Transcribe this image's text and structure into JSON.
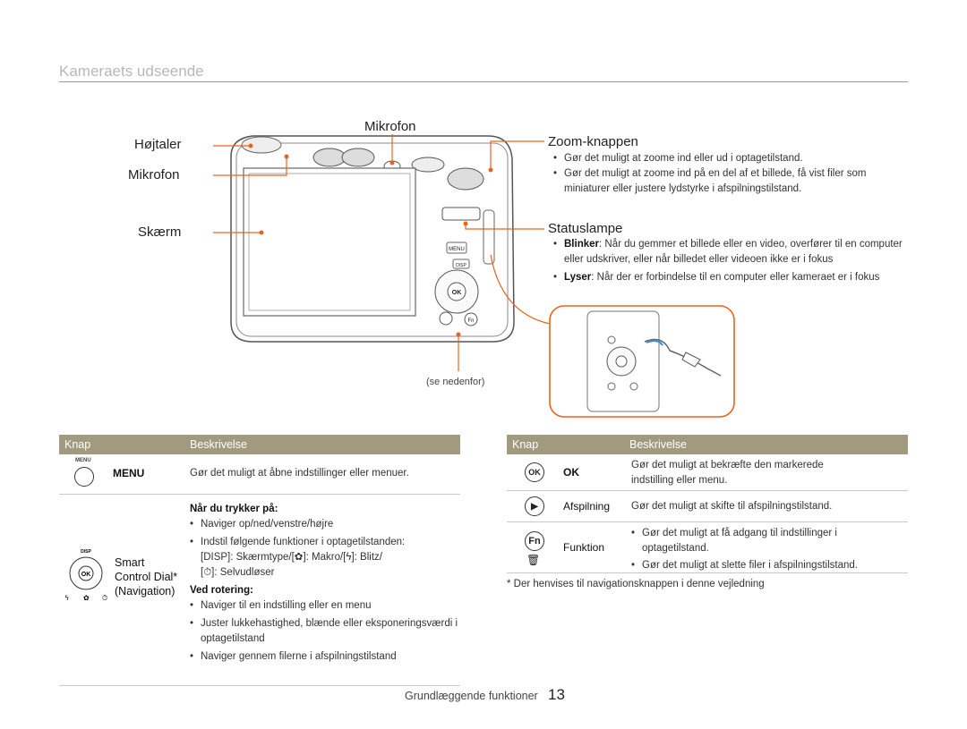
{
  "page": {
    "title": "Kameraets udseende",
    "footer_text": "Grundlæggende funktioner",
    "page_number": "13"
  },
  "figure": {
    "labels": {
      "speaker": "Højtaler",
      "mic_left": "Mikrofon",
      "mic_top": "Mikrofon",
      "screen": "Skærm",
      "zoom": "Zoom-knappen",
      "status": "Statuslampe",
      "se_nedenfor": "(se nedenfor)"
    },
    "zoom_bullets": [
      "Gør det muligt at zoome ind eller ud i optagetilstand.",
      "Gør det muligt at zoome ind på en del af et billede, få vist filer som miniaturer eller justere lydstyrke i afspilningstilstand."
    ],
    "status_items": [
      {
        "term": "Blinker",
        "text": ": Når du gemmer et billede eller en video, overfører til en computer eller udskriver, eller når billedet eller videoen ikke er i fokus"
      },
      {
        "term": "Lyser",
        "text": ": Når der er forbindelse til en computer eller kameraet er i fokus"
      }
    ],
    "camera_keys": {
      "menu": "MENU",
      "disp": "DISP",
      "ok": "OK",
      "fn": "Fn"
    }
  },
  "left_table": {
    "header_key": "Knap",
    "header_desc": "Beskrivelse",
    "row_menu": {
      "icon_text": "MENU",
      "label": "MENU",
      "desc": "Gør det muligt at åbne indstillinger eller menuer."
    },
    "row_dial": {
      "icon_text": "DISP",
      "label_lines": [
        "Smart",
        "Control Dial*",
        "(Navigation)"
      ],
      "press_heading": "Når du trykker på:",
      "press_bullets": [
        "Naviger op/ned/venstre/højre",
        "Indstil følgende funktioner i optagetilstanden:"
      ],
      "functions_line1": "[DISP]: Skærmtype/[✿]: Makro/[ϟ]: Blitz/",
      "functions_line2": "[⏱]: Selvudløser",
      "rotate_heading": "Ved rotering:",
      "rotate_bullets": [
        "Naviger til en indstilling eller en menu",
        "Juster lukkehastighed, blænde eller eksponeringsværdi i optagetilstand",
        "Naviger gennem filerne i afspilningstilstand"
      ]
    }
  },
  "right_table": {
    "header_key": "Knap",
    "header_desc": "Beskrivelse",
    "row_ok": {
      "icon_text": "OK",
      "label": "OK",
      "desc": "Gør det muligt at bekræfte den markerede indstilling eller menu."
    },
    "row_play": {
      "icon_text": "▶",
      "label": "Afspilning",
      "desc": "Gør det muligt at skifte til afspilningstilstand."
    },
    "row_fn": {
      "icon_text": "Fn",
      "label": "Funktion",
      "bullets": [
        "Gør det muligt at få adgang til indstillinger i optagetilstand.",
        "Gør det muligt at slette filer i afspilningstilstand."
      ]
    },
    "footnote": "* Der henvises til navigationsknappen i denne vejledning"
  },
  "colors": {
    "accent_orange": "#e8641e",
    "table_header": "#a19a7f",
    "title_gray": "#b7b7b7"
  }
}
